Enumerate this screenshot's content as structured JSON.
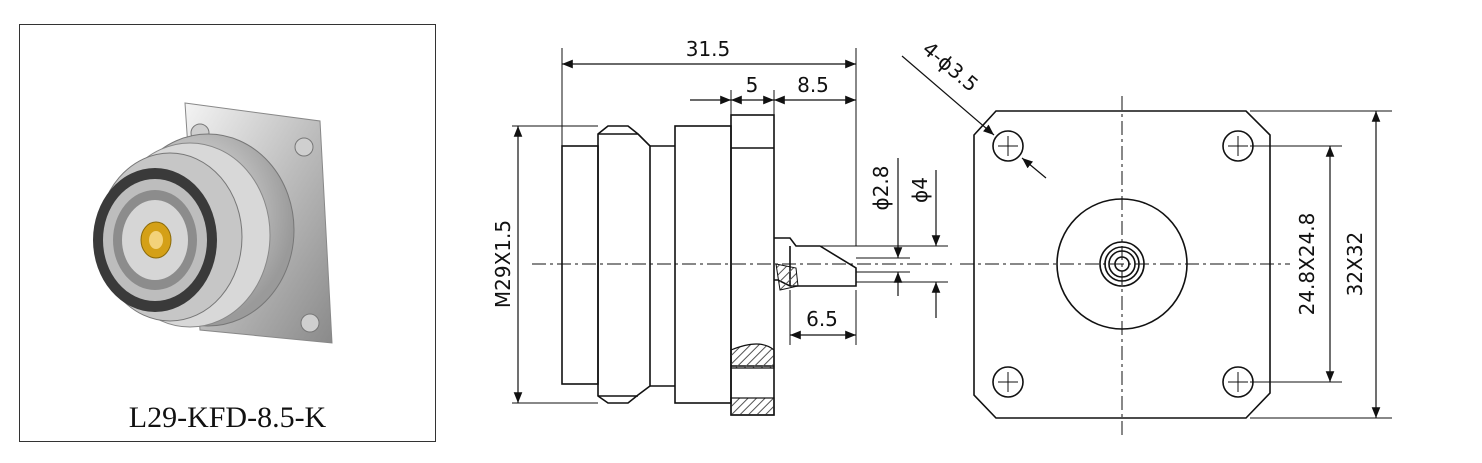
{
  "product": {
    "model": "L29-KFD-8.5-K"
  },
  "dimensions": {
    "overall_length": "31.5",
    "flange_thickness": "5",
    "rear_length": "8.5",
    "thread": "M29X1.5",
    "pin_diameter": "ϕ2.8",
    "pin_diameter_outer": "ϕ4",
    "pin_length": "6.5",
    "hole_spec": "4-ϕ3.5",
    "hole_spacing": "24.8X24.8",
    "flange_size": "32X32"
  },
  "colors": {
    "line": "#111111",
    "metal_light": "#e8e8e8",
    "metal_dark": "#7a7a7a",
    "gold": "#d4a017",
    "hatch": "#555555"
  }
}
